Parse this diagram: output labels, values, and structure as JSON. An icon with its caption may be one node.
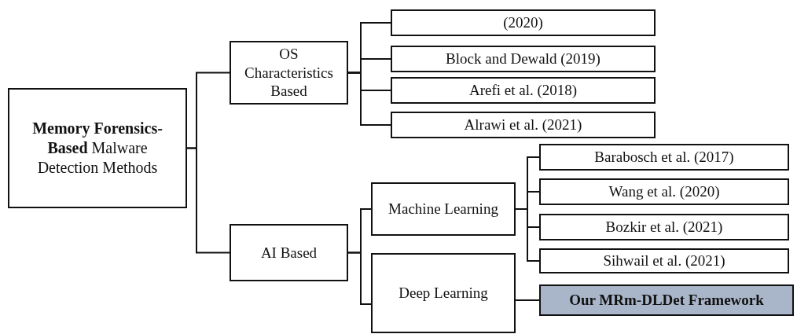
{
  "diagram": {
    "nodes": [
      {
        "text": [
          "**Memory Forensics-Based** Malware Detection Methods"
        ]
      },
      {
        "text": [
          "OS Characteristics Based"
        ]
      },
      {
        "text": [
          "(2020)"
        ]
      },
      {
        "text": [
          "Block and Dewald (2019)"
        ]
      },
      {
        "text": [
          "Arefi et al. (2018)"
        ]
      },
      {
        "text": [
          "Alrawi et al. (2021)"
        ]
      },
      {
        "text": [
          "AI Based"
        ]
      },
      {
        "text": [
          "Machine Learning"
        ]
      },
      {
        "text": [
          "Barabosch et al. (2017)"
        ]
      },
      {
        "text": [
          "Wang et al. (2020)"
        ]
      },
      {
        "text": [
          "Bozkir et al. (2021)"
        ]
      },
      {
        "text": [
          "Sihwail et al. (2021)"
        ]
      },
      {
        "text": [
          "Deep Learning"
        ]
      },
      {
        "text": [
          "Our MRm-DLDet Framework"
        ]
      }
    ],
    "edges": [
      {
        "from": 0,
        "to": 1,
        "arrow": "none"
      },
      {
        "from": 0,
        "to": 6,
        "arrow": "none"
      },
      {
        "from": 1,
        "to": 2,
        "arrow": "none"
      },
      {
        "from": 1,
        "to": 3,
        "arrow": "none"
      },
      {
        "from": 1,
        "to": 4,
        "arrow": "none"
      },
      {
        "from": 1,
        "to": 5,
        "arrow": "none"
      },
      {
        "from": 6,
        "to": 7,
        "arrow": "none"
      },
      {
        "from": 6,
        "to": 12,
        "arrow": "none"
      },
      {
        "from": 7,
        "to": 8,
        "arrow": "none"
      },
      {
        "from": 7,
        "to": 9,
        "arrow": "none"
      },
      {
        "from": 7,
        "to": 10,
        "arrow": "none"
      },
      {
        "from": 7,
        "to": 11,
        "arrow": "none"
      },
      {
        "from": 12,
        "to": 13,
        "arrow": "none"
      }
    ]
  }
}
